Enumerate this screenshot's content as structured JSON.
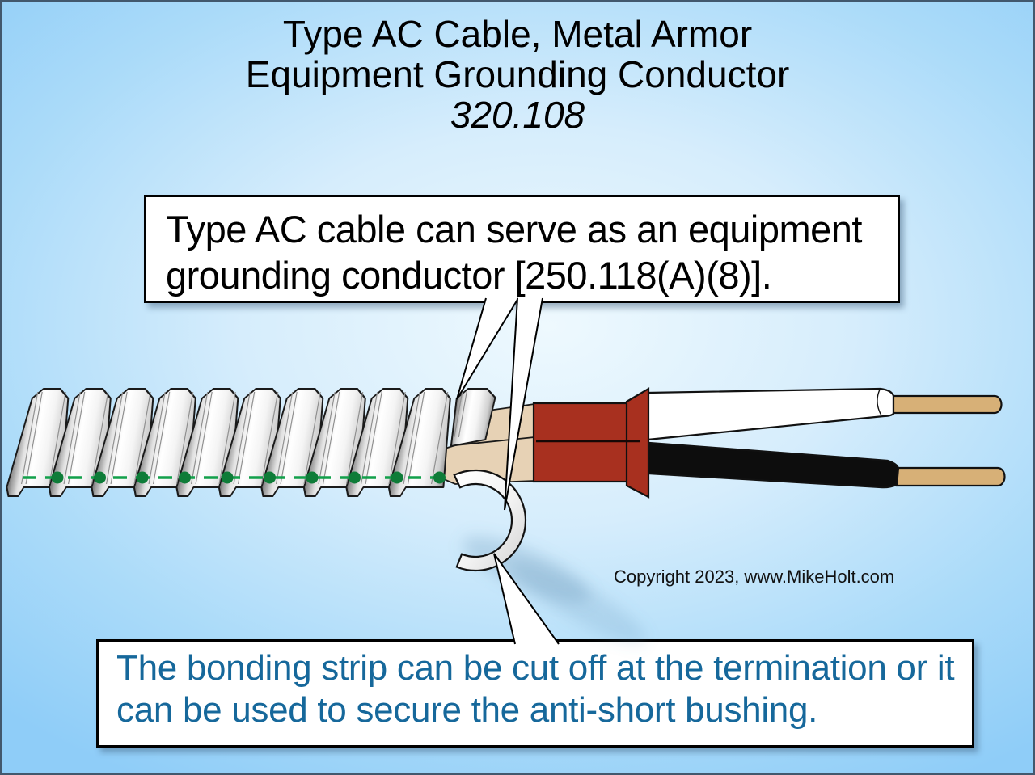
{
  "title": {
    "line1": "Type AC Cable, Metal Armor",
    "line2": "Equipment Grounding Conductor",
    "section": "320.108"
  },
  "callout_top": {
    "text": "Type AC cable can serve as an equipment grounding conductor [250.118(A)(8)]."
  },
  "callout_bottom": {
    "text": "The bonding strip can be cut off at the termination or it can be used to secure the anti-short bushing."
  },
  "copyright": "Copyright 2023, www.MikeHolt.com",
  "colors": {
    "background_edge": "#8FCDF8",
    "background_center": "#EEF9FE",
    "canvas_border": "#42586D",
    "callout_bottom_text": "#16689B",
    "bushing_red": "#A8301F",
    "copper": "#D7B077",
    "paper_wrap_tan": "#E7D2B5",
    "bonding_strip_dash_green": "#12A04B",
    "bonding_strip_dot_green": "#0E7C38",
    "armor_metal_light": "#FFFFFF",
    "armor_metal_dark": "#6F6F6F"
  }
}
